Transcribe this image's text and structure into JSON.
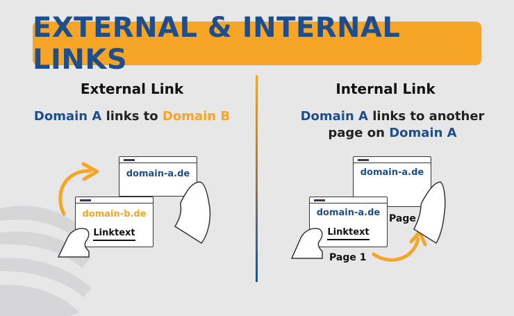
{
  "banner": {
    "title": "EXTERNAL & INTERNAL LINKS"
  },
  "external": {
    "title": "External Link",
    "subtitle": {
      "domain_a": "Domain A",
      "middle": " links to ",
      "domain_b": "Domain B"
    },
    "back_window": {
      "domain": "domain-a.de"
    },
    "front_window": {
      "domain": "domain-b.de",
      "link_text": "Linktext"
    }
  },
  "internal": {
    "title": "Internal Link",
    "subtitle": {
      "domain_a": "Domain A",
      "middle": " links to another",
      "line2_prefix": "page on ",
      "domain_a2": "Domain A"
    },
    "back_window": {
      "domain": "domain-a.de"
    },
    "front_window": {
      "domain": "domain-a.de",
      "link_text": "Linktext"
    },
    "page1_label": "Page 1",
    "page2_label": "Page 2"
  },
  "colors": {
    "accent_orange": "#f7a527",
    "brand_blue": "#1f4e8c",
    "background": "#e8e7e8"
  }
}
